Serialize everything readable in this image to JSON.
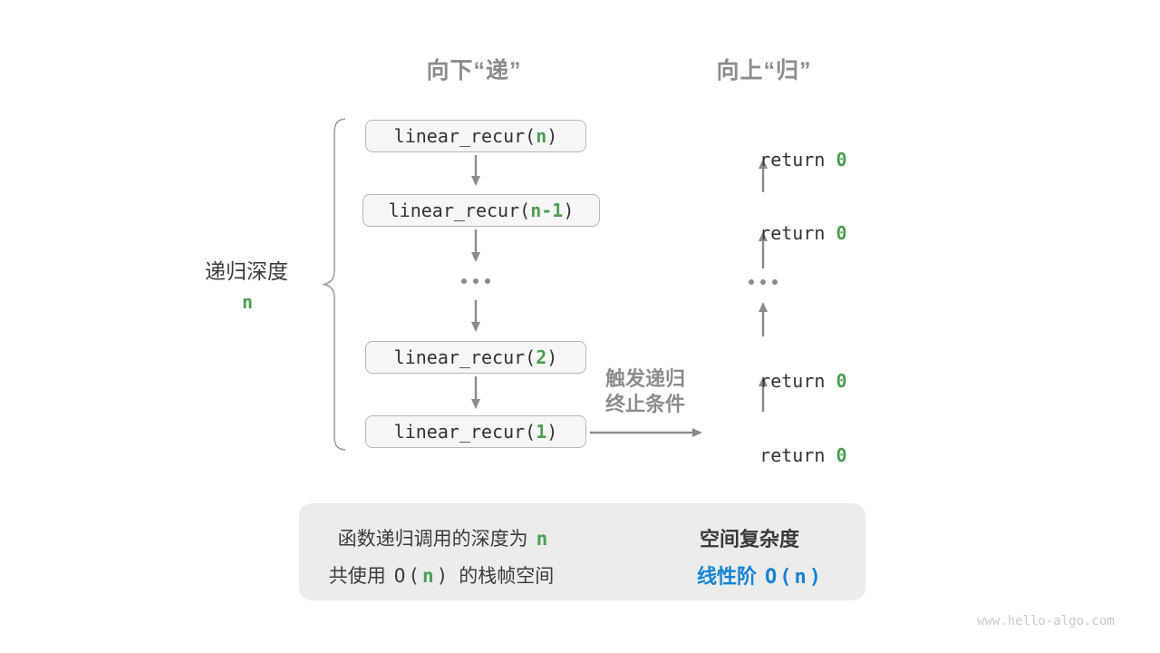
{
  "headers": {
    "down": "向下“递”",
    "up": "向上“归”"
  },
  "depth_label": {
    "text": "递归深度",
    "value": "n"
  },
  "calls": [
    {
      "pre": "linear_recur(",
      "arg": "n",
      "post": ")"
    },
    {
      "pre": "linear_recur(",
      "arg": "n-1",
      "post": ")"
    },
    {
      "pre": "linear_recur(",
      "arg": "2",
      "post": ")"
    },
    {
      "pre": "linear_recur(",
      "arg": "1",
      "post": ")"
    }
  ],
  "returns": [
    {
      "pre": "return ",
      "val": "0"
    },
    {
      "pre": "return ",
      "val": "0"
    },
    {
      "pre": "return ",
      "val": "0"
    },
    {
      "pre": "return ",
      "val": "0"
    }
  ],
  "base_case": {
    "line1": "触发递归",
    "line2": "终止条件"
  },
  "summary": {
    "l1a": "函数递归调用的深度为",
    "l1b": "n",
    "l2a": "共使用",
    "l2b": "O(",
    "l2c": "n",
    "l2d": ")",
    "l2e": "的栈帧空间",
    "r1": "空间复杂度",
    "r2a": "线性阶",
    "r2b": "O(n)"
  },
  "watermark": "www.hello-algo.com",
  "colors": {
    "green": "#4c9e52",
    "blue": "#1583d4",
    "gray_label": "#8c8c8c",
    "dark_text": "#333333",
    "arrow": "#8a8a8a",
    "box_fill": "#f6f6f6",
    "box_border": "#b6b6b6",
    "panel_fill": "#ececec"
  }
}
